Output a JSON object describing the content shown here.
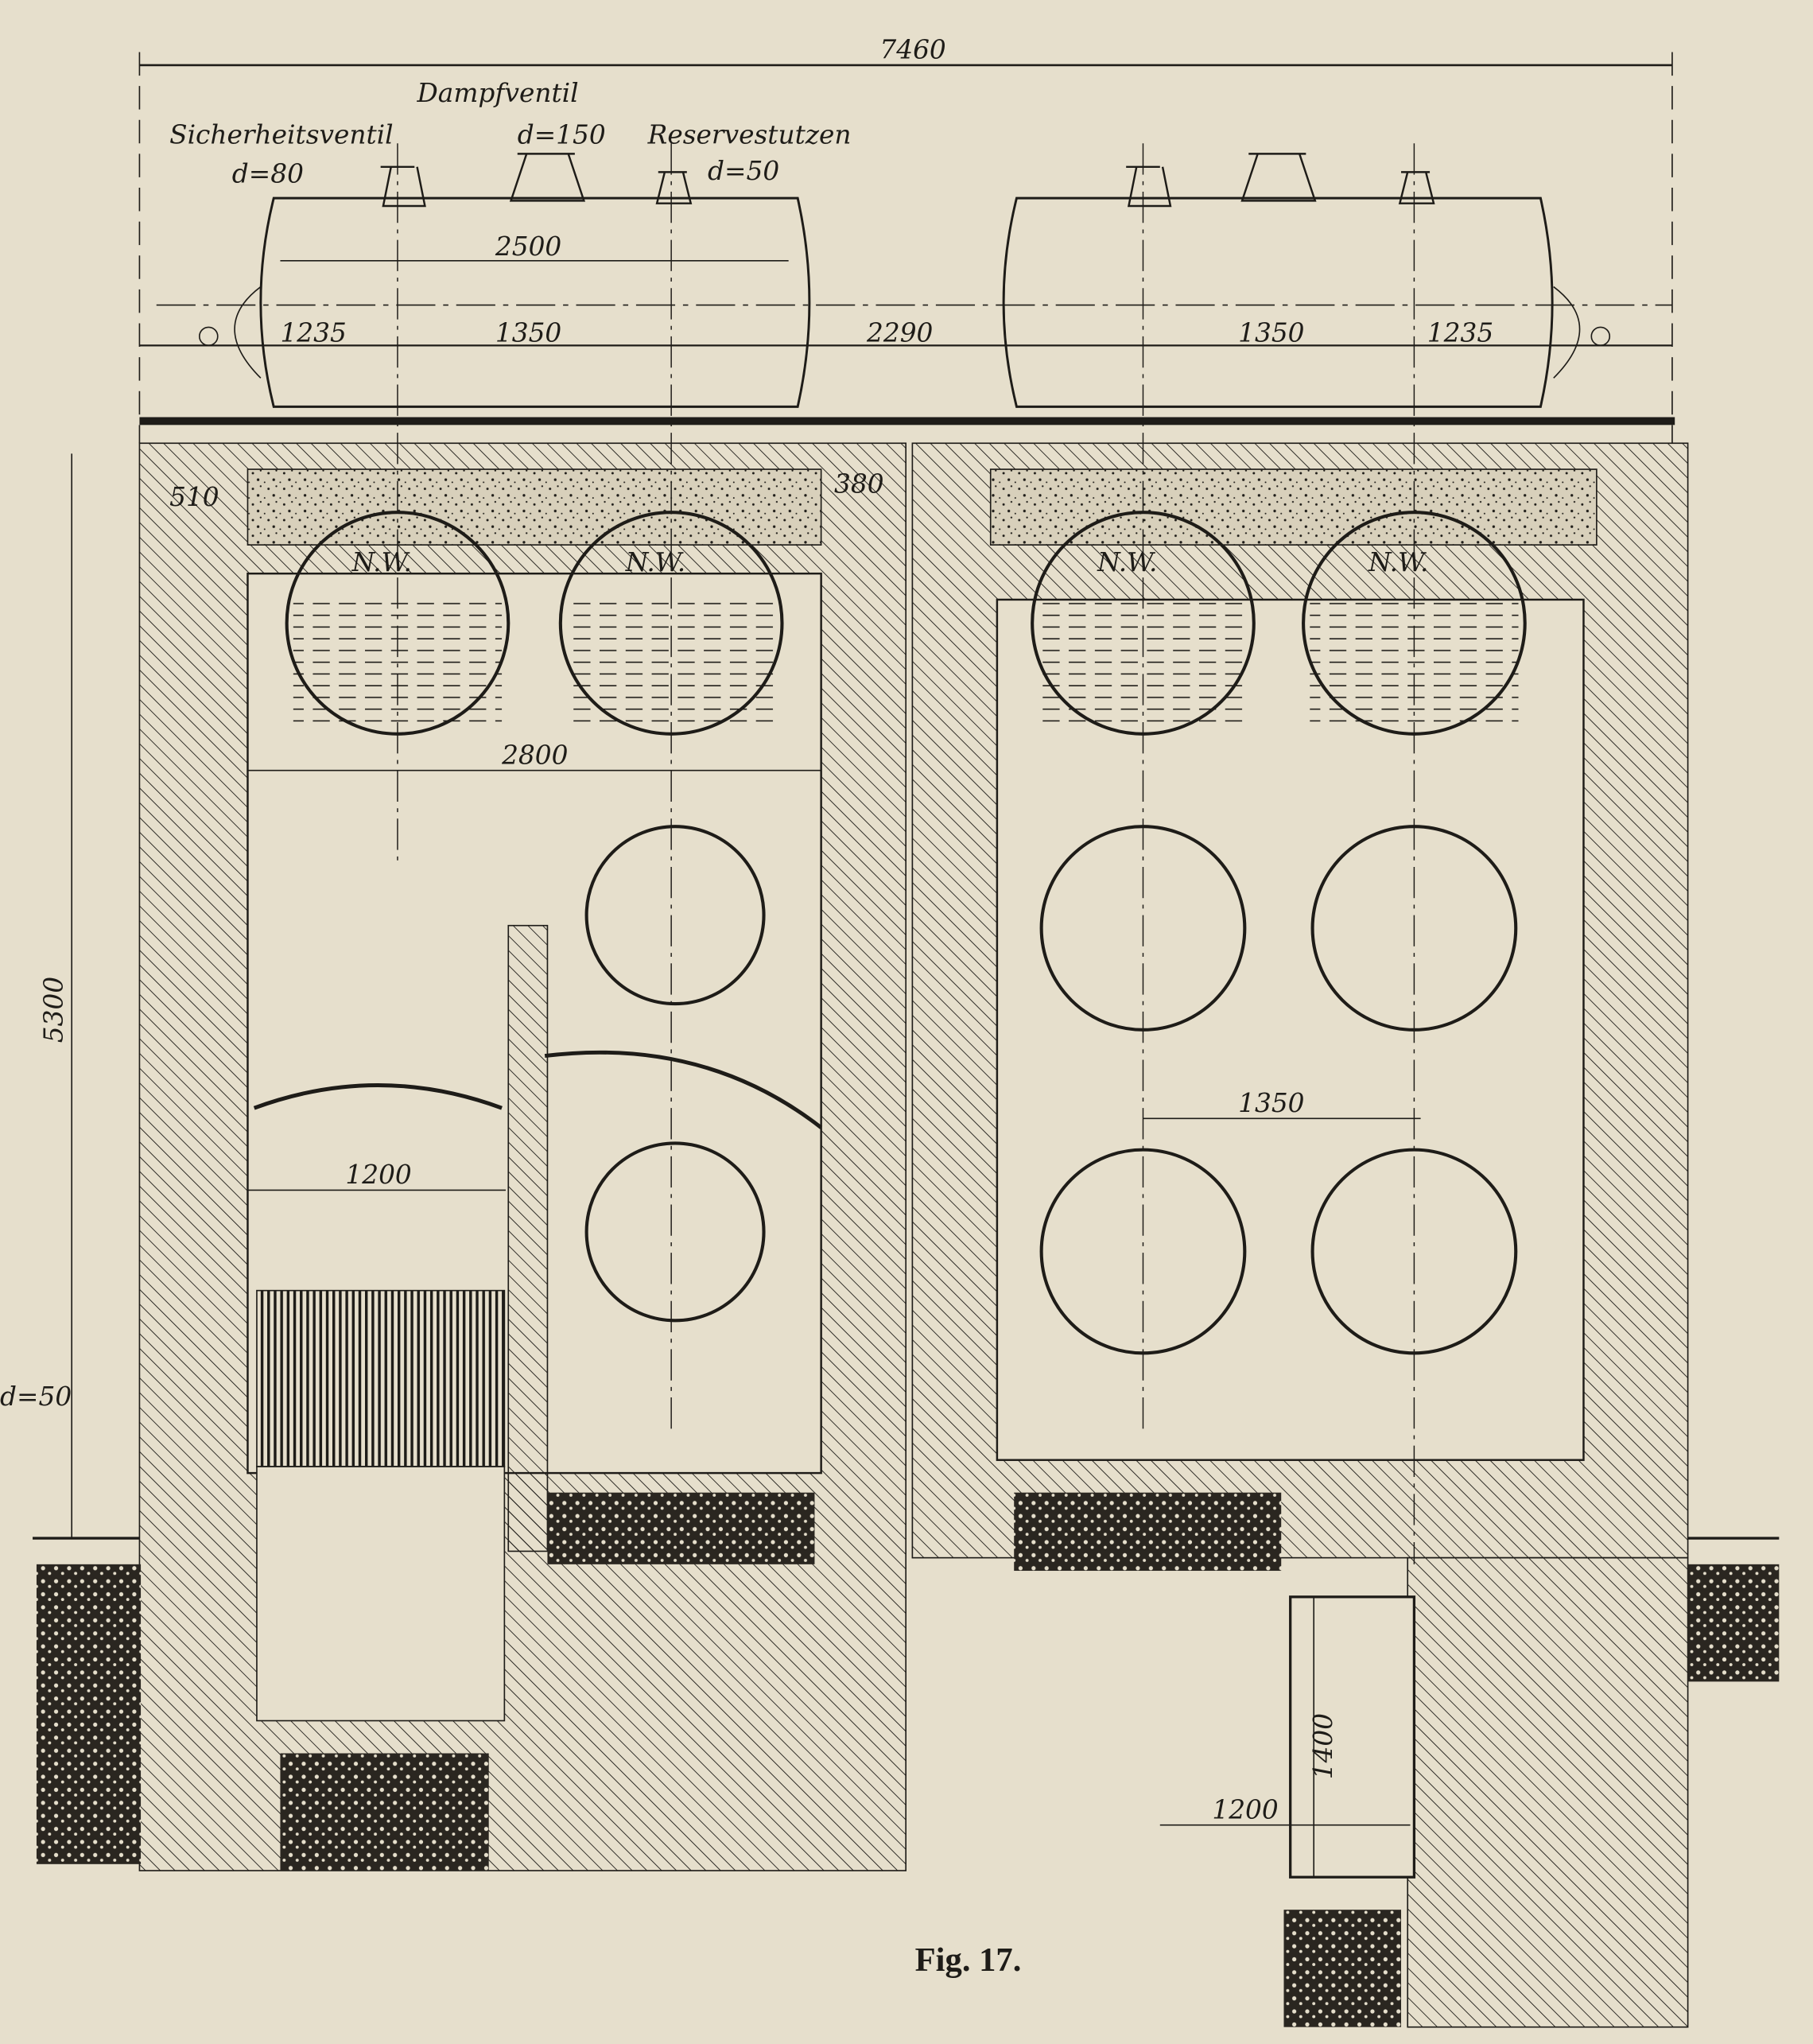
{
  "figure": {
    "caption": "Fig. 17.",
    "colors": {
      "paper": "#e6dfcc",
      "ink": "#1e1c18"
    },
    "dimensions": {
      "overall_width": "7460",
      "drum_length": "2500",
      "seg_left_end": "1235",
      "seg_left_mid": "1350",
      "seg_between": "2290",
      "seg_right_mid": "1350",
      "seg_right_end": "1235",
      "wall_left": "510",
      "wall_mid": "380",
      "chamber_width": "2800",
      "height": "5300",
      "tube_spacing": "1350",
      "grate_width": "1200",
      "pit_width": "1200",
      "pit_height": "1400"
    },
    "fittings": {
      "safety_valve": "Sicherheitsventil",
      "safety_valve_d": "d=80",
      "steam_valve": "Dampfventil",
      "steam_valve_d": "d=150",
      "reserve_nozzle": "Reservestutzen",
      "reserve_nozzle_d": "d=50",
      "edge_d": "d=50"
    },
    "water_level_labels": [
      "N.W.",
      "N.W.",
      "N.W.",
      "N.W."
    ]
  }
}
